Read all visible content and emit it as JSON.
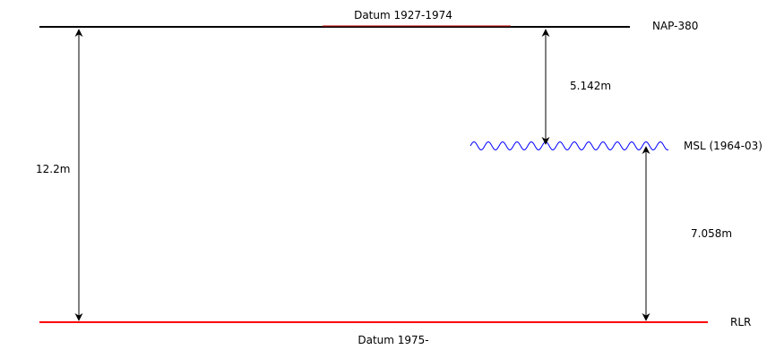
{
  "diagram": {
    "top_datum": {
      "name": "NAP-380",
      "caption": "Datum 1927-1974",
      "color": "#000000",
      "accent_color": "#cc0000"
    },
    "bottom_datum": {
      "name": "RLR",
      "caption": "Datum 1975-",
      "color": "#ff0000"
    },
    "mean_sea_level": {
      "name": "MSL (1964-03)",
      "color": "#0000ff"
    },
    "measurements": {
      "total": "12.2m",
      "nap_to_msl": "5.142m",
      "msl_to_rlr": "7.058m"
    }
  }
}
